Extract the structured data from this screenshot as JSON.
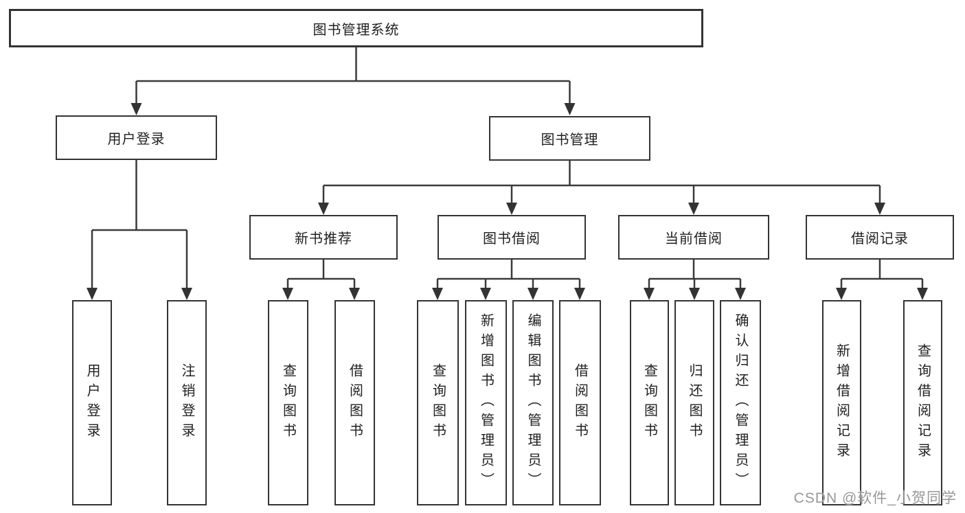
{
  "diagram": {
    "root": "图书管理系统",
    "branches": [
      {
        "label": "用户登录",
        "children": [
          {
            "label": "用户登录"
          },
          {
            "label": "注销登录"
          }
        ]
      },
      {
        "label": "图书管理",
        "children": [
          {
            "label": "新书推荐",
            "children": [
              {
                "label": "查询图书"
              },
              {
                "label": "借阅图书"
              }
            ]
          },
          {
            "label": "图书借阅",
            "children": [
              {
                "label": "查询图书"
              },
              {
                "label": "新增图书（管理员）"
              },
              {
                "label": "编辑图书（管理员）"
              },
              {
                "label": "借阅图书"
              }
            ]
          },
          {
            "label": "当前借阅",
            "children": [
              {
                "label": "查询图书"
              },
              {
                "label": "归还图书"
              },
              {
                "label": "确认归还（管理员）"
              }
            ]
          },
          {
            "label": "借阅记录",
            "children": [
              {
                "label": "新增借阅记录"
              },
              {
                "label": "查询借阅记录"
              }
            ]
          }
        ]
      }
    ]
  },
  "watermark": "CSDN @软件_小贺同学",
  "colors": {
    "line": "#3a3a3a",
    "box_border": "#333333",
    "text": "#1f1f1f",
    "watermark": "#979797",
    "background": "#ffffff"
  }
}
